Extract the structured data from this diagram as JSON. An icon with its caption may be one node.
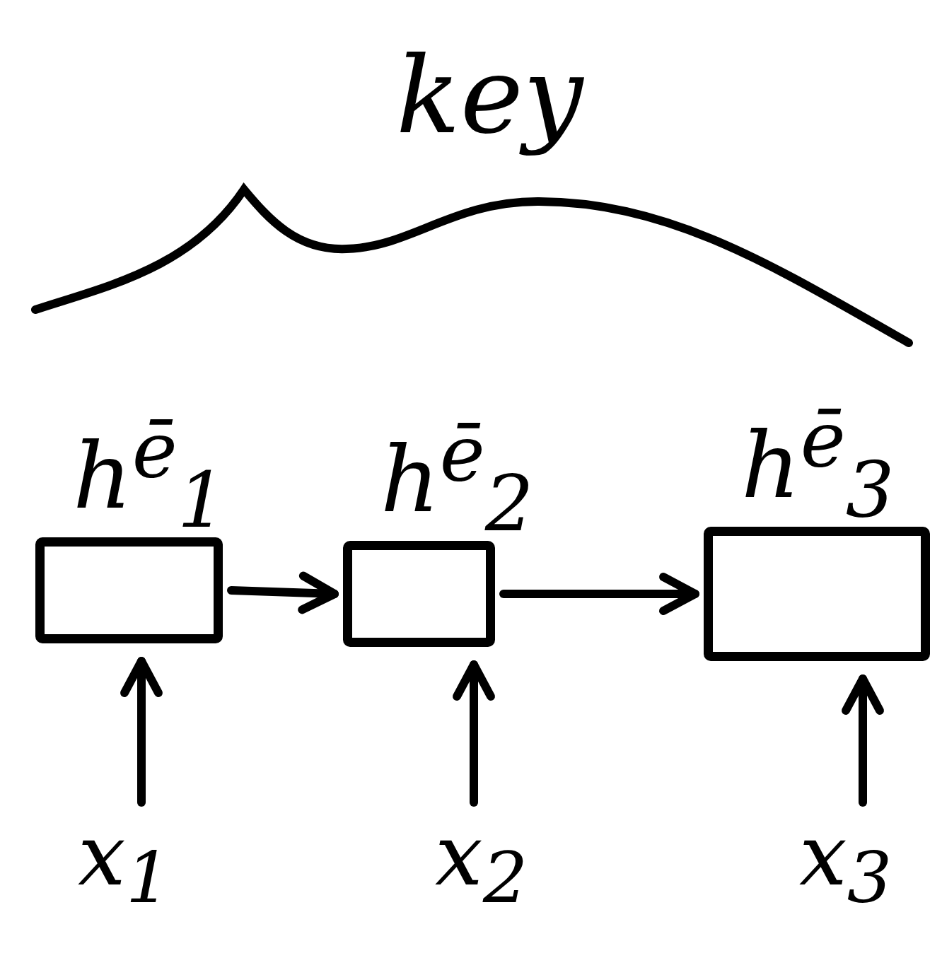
{
  "diagram": {
    "nodes": [
      {
        "text": [],
        "shape": "box",
        "beside": [
          "h$^{ē}$$_{1}$"
        ]
      },
      {
        "text": [],
        "shape": "box",
        "beside": [
          "h$^{ē}$$_{2}$"
        ]
      },
      {
        "text": [],
        "shape": "box",
        "beside": [
          "h$^{ē}$$_{3}$"
        ]
      },
      {
        "text": [
          "x$_{1}$"
        ]
      },
      {
        "text": [
          "x$_{2}$"
        ]
      },
      {
        "text": [
          "x$_{3}$"
        ]
      }
    ],
    "edges": [
      {
        "from": 0,
        "to": 1,
        "arrow": "to"
      },
      {
        "from": 1,
        "to": 2,
        "arrow": "to"
      },
      {
        "from": 3,
        "to": 0,
        "arrow": "to"
      },
      {
        "from": 4,
        "to": 1,
        "arrow": "to"
      },
      {
        "from": 5,
        "to": 2,
        "arrow": "to"
      }
    ],
    "labels": [
      "key"
    ]
  }
}
